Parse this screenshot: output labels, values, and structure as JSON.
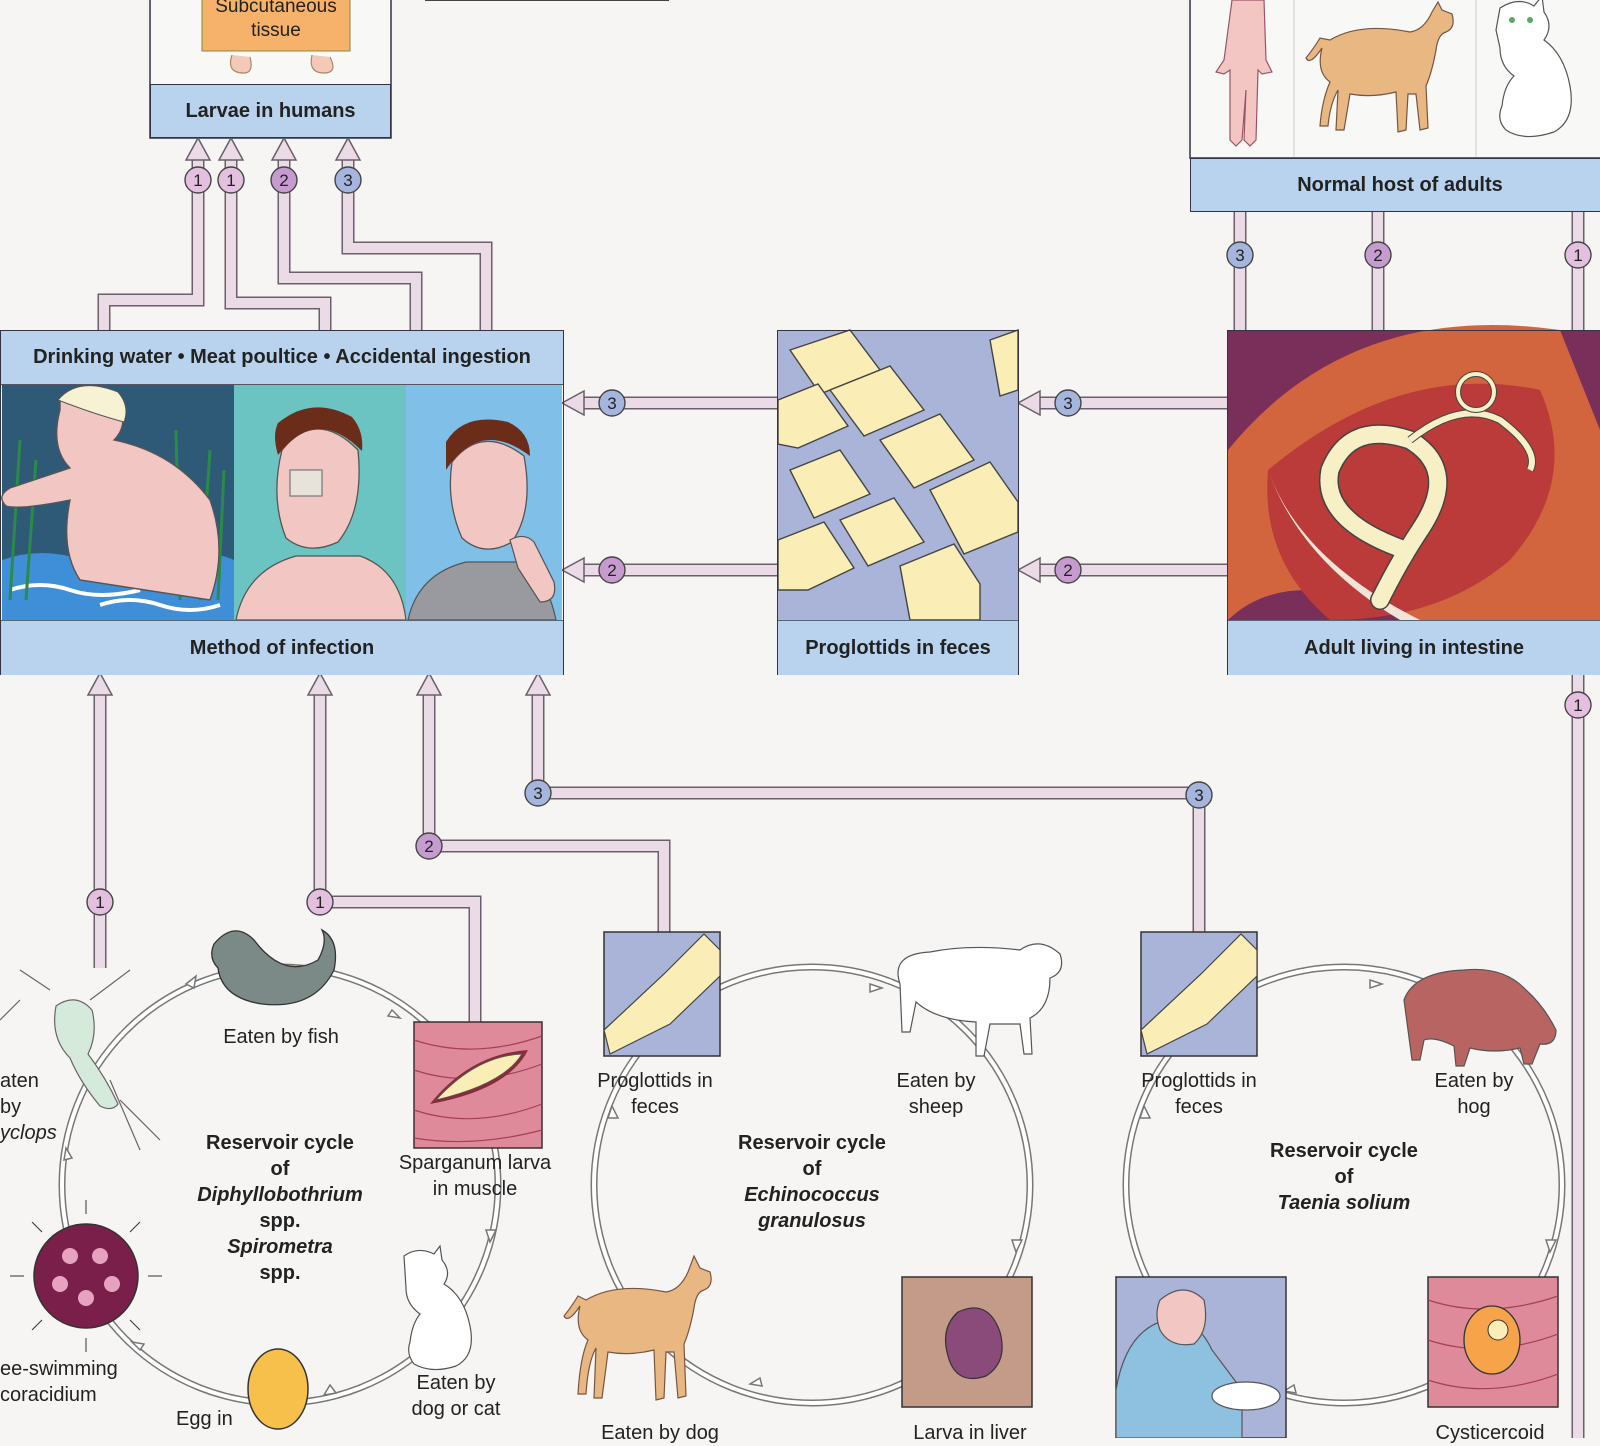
{
  "top_left": {
    "tissue": "Subcutaneous\ntissue",
    "title": "Larvae in humans"
  },
  "top_right": {
    "title": "Normal host of adults"
  },
  "method_box": {
    "header": "Drinking water • Meat poultice • Accidental ingestion",
    "title": "Method of infection"
  },
  "proglottids_box": {
    "title": "Proglottids in feces"
  },
  "adult_box": {
    "title": "Adult living in intestine"
  },
  "cycle1": {
    "title_l1": "Reservoir cycle",
    "title_l2": "of",
    "genus1": "Diphyllobothrium",
    "spp1": "spp.",
    "genus2": "Spirometra",
    "spp2": "spp.",
    "eaten_by_fish": "Eaten by fish",
    "eaten_by_cyclops_l1": "aten by",
    "eaten_by_cyclops_l2": "yclops",
    "sparganum_l1": "Sparganum larva",
    "sparganum_l2": "in muscle",
    "free_swimming_l1": "ee-swimming",
    "free_swimming_l2": "coracidium",
    "egg_in": "Egg in",
    "dog_or_cat_l1": "Eaten by",
    "dog_or_cat_l2": "dog or cat"
  },
  "cycle2": {
    "title_l1": "Reservoir cycle",
    "title_l2": "of",
    "genus": "Echinococcus",
    "species": "granulosus",
    "proglottids_l1": "Proglottids in",
    "proglottids_l2": "feces",
    "sheep_l1": "Eaten by",
    "sheep_l2": "sheep",
    "dog": "Eaten by dog",
    "liver": "Larva in liver"
  },
  "cycle3": {
    "title_l1": "Reservoir cycle",
    "title_l2": "of",
    "species": "Taenia solium",
    "proglottids_l1": "Proglottids in",
    "proglottids_l2": "feces",
    "hog_l1": "Eaten by",
    "hog_l2": "hog",
    "cysticercoid": "Cysticercoid"
  },
  "path_numbers": [
    "1",
    "1",
    "2",
    "3",
    "3",
    "2",
    "1",
    "3",
    "2",
    "3",
    "2",
    "1",
    "1",
    "1",
    "2",
    "3",
    "3"
  ],
  "colors": {
    "pink_path": "#e8cfe3",
    "path1": "#e4bfe0",
    "path2": "#c69bd0",
    "path3": "#a6b5de",
    "bar": "#b9d3ee",
    "proglottid": "#fbedb6",
    "proglottid_bg": "#a9b4d8"
  }
}
